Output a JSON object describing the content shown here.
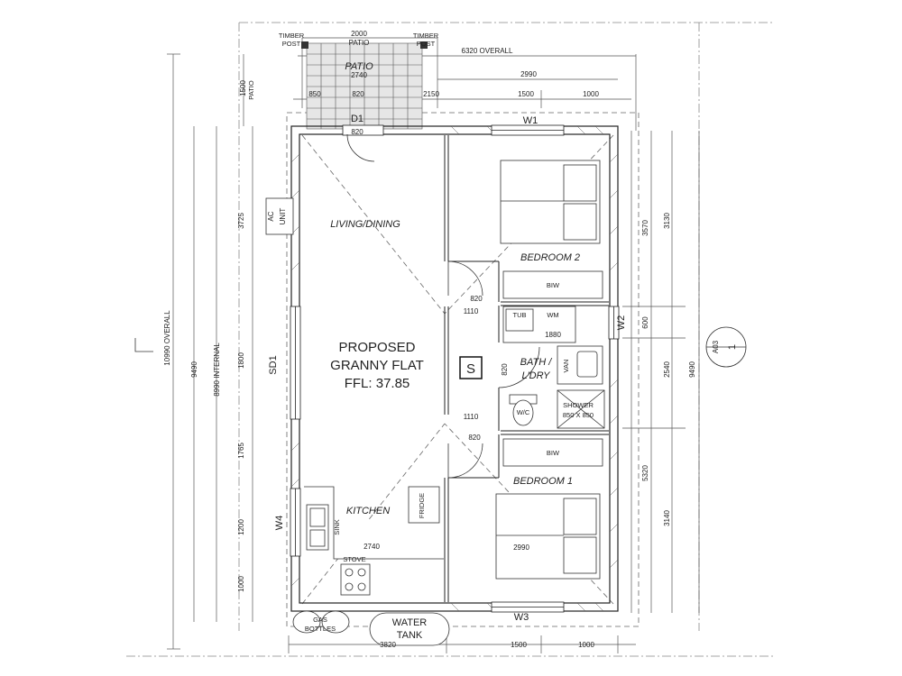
{
  "title": {
    "line1": "PROPOSED",
    "line2": "GRANNY FLAT",
    "line3": "FFL: 37.85"
  },
  "rooms": {
    "living": "LIVING/DINING",
    "bedroom2": "BEDROOM 2",
    "bedroom1": "BEDROOM 1",
    "kitchen": "KITCHEN",
    "bath1": "BATH /",
    "bath2": "L'DRY",
    "patio": "PATIO"
  },
  "fixtures": {
    "biw": "BIW",
    "tub": "TUB",
    "wm": "WM",
    "van": "VAN",
    "wc": "W/C",
    "shower1": "SHOWER",
    "shower2": "850 X 850",
    "fridge": "FRIDGE",
    "sink": "SINK",
    "stove": "STOVE",
    "ac1": "AC",
    "ac2": "UNIT",
    "gas1": "GAS",
    "gas2": "BOTTLES",
    "tank1": "WATER",
    "tank2": "TANK",
    "timber1": "TIMBER",
    "timber2": "POST",
    "smoke": "S",
    "patio_dim": "PATIO"
  },
  "tags": {
    "w1": "W1",
    "w2": "W2",
    "w3": "W3",
    "w4": "W4",
    "d1": "D1",
    "sd1": "SD1"
  },
  "dims": {
    "d2000": "2000",
    "d6320": "6320 OVERALL",
    "d2740a": "2740",
    "d2990a": "2990",
    "d850": "850",
    "d820a": "820",
    "d2150": "2150",
    "d1500a": "1500",
    "d1000a": "1000",
    "d820b": "820",
    "d1500side": "1500",
    "d3725": "3725",
    "d10990": "10990 OVERALL",
    "d9490l": "9490",
    "d8990": "8990 INTERNAL",
    "d1800": "1800",
    "d1765": "1765",
    "d1200": "1200",
    "d1000l": "1000",
    "d820c": "820",
    "d1110a": "1110",
    "d1880": "1880",
    "d820d": "820",
    "d1110b": "1110",
    "d820e": "820",
    "d2740b": "2740",
    "d2990b": "2990",
    "d3570": "3570",
    "d3130": "3130",
    "d600": "600",
    "d2540": "2540",
    "d9490r": "9490",
    "d5320": "5320",
    "d3140": "3140",
    "d3820": "3820",
    "d1500b": "1500",
    "d1000b": "1000"
  },
  "section": {
    "num": "1",
    "ref": "A03"
  }
}
